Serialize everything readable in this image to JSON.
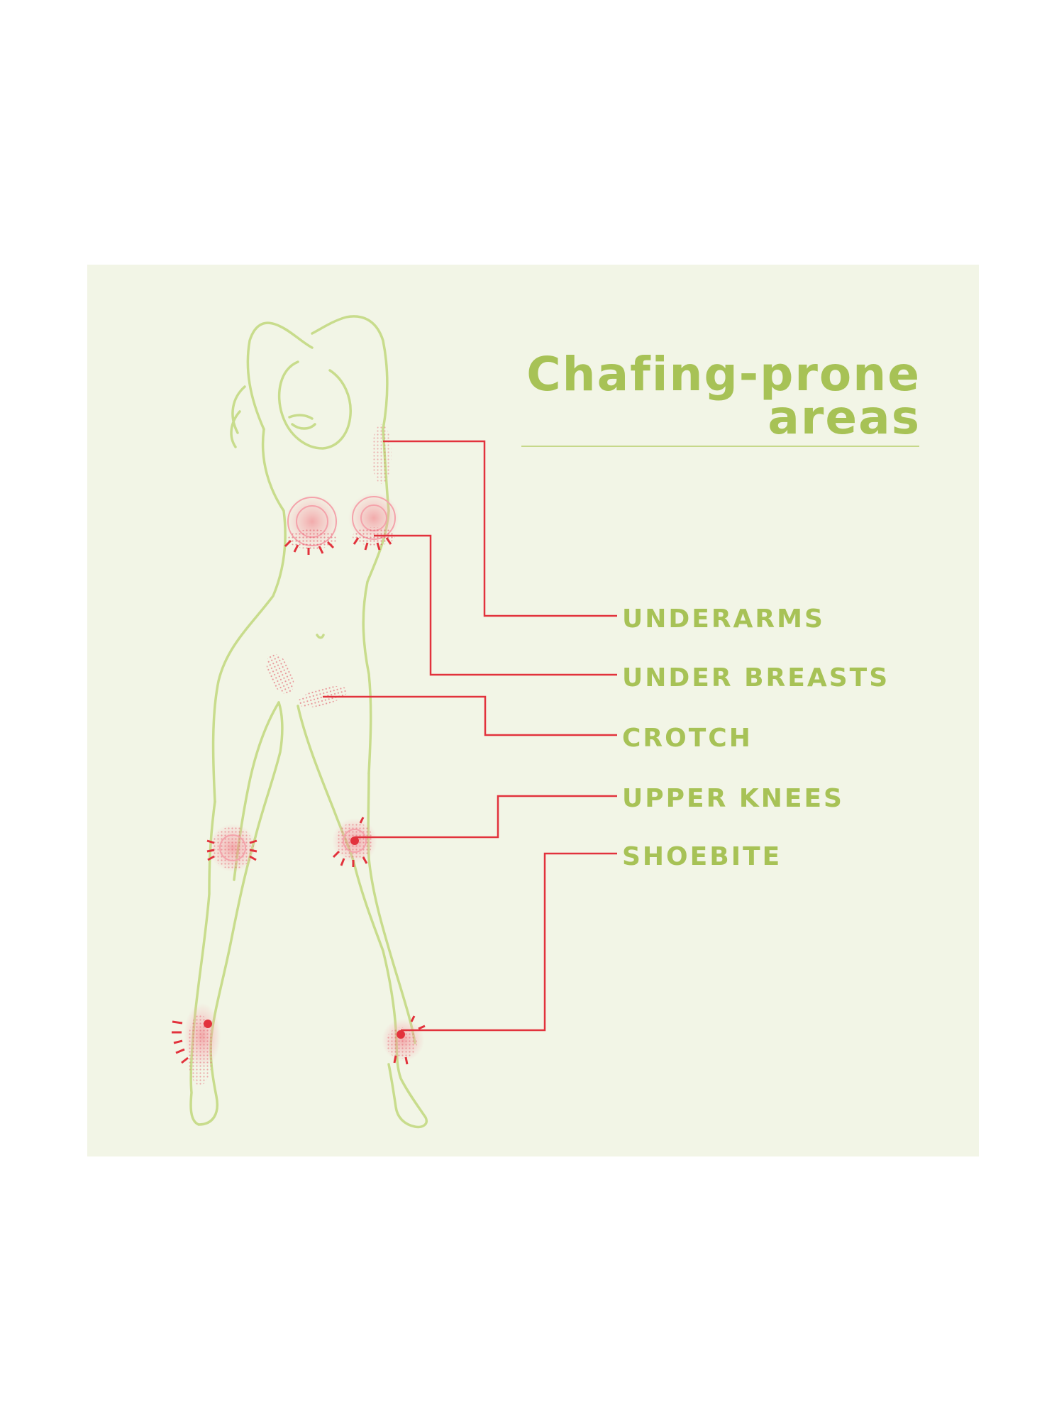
{
  "title": {
    "line1": "Chafing-prone",
    "line2": "areas"
  },
  "areas": [
    {
      "id": "underarms",
      "label": "UNDERARMS"
    },
    {
      "id": "under-breasts",
      "label": "UNDER BREASTS"
    },
    {
      "id": "crotch",
      "label": "CROTCH"
    },
    {
      "id": "upper-knees",
      "label": "UPPER KNEES"
    },
    {
      "id": "shoebite",
      "label": "SHOEBITE"
    }
  ],
  "colors": {
    "page_background": "#ffffff",
    "panel_background": "#f2f5e6",
    "accent_green": "#a7c256",
    "outline_green": "#c8dc8c",
    "leader_red": "#e2323c",
    "hotspot_pink": "#f2a7ae"
  },
  "icons": [
    "body-outline-illustration",
    "chafing-hotspot-icon",
    "friction-arrow-icon"
  ]
}
